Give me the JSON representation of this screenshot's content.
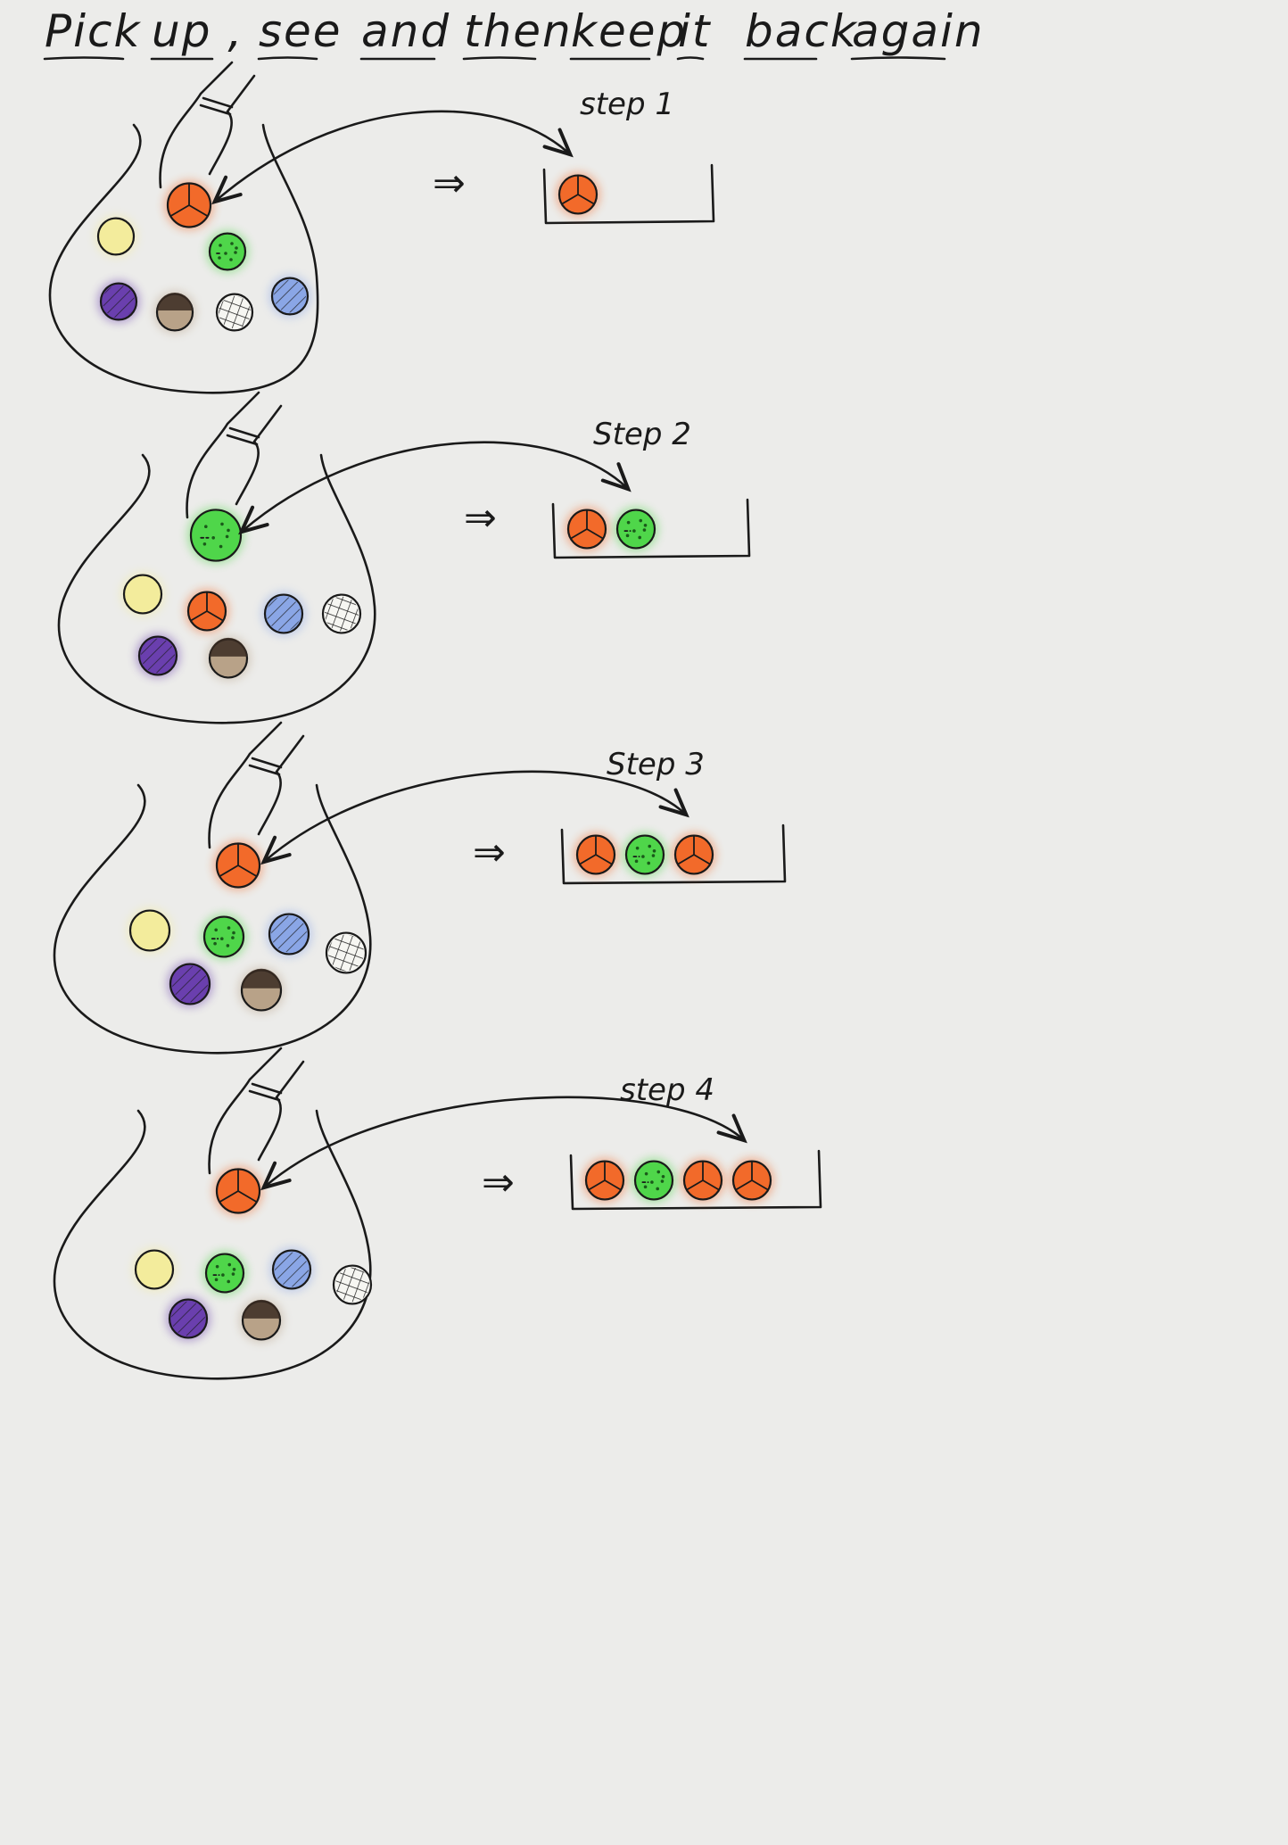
{
  "title": {
    "words": [
      "Pick",
      "up ,",
      "see",
      "and",
      "then",
      "keep",
      "it",
      "back",
      "again"
    ]
  },
  "colors": {
    "paper": "#ececea",
    "ink": "#1a1a1a",
    "orange": "#f26a2a",
    "green": "#4fd64a",
    "yellow": "#f3ec9c",
    "purple": "#6a3fae",
    "blue": "#8aa6e6",
    "brown": "#b8a288",
    "white": "#f6f6f2"
  },
  "steps": [
    {
      "label": "step 1",
      "arrow": "⇒",
      "picked": "orange",
      "bag": [
        "yellow",
        "green",
        "purple",
        "brown",
        "white",
        "blue"
      ],
      "tray": [
        "orange"
      ]
    },
    {
      "label": "Step 2",
      "arrow": "⇒",
      "picked": "green",
      "bag": [
        "yellow",
        "orange",
        "blue",
        "white",
        "purple",
        "brown"
      ],
      "tray": [
        "orange",
        "green"
      ]
    },
    {
      "label": "Step 3",
      "arrow": "⇒",
      "picked": "orange",
      "bag": [
        "yellow",
        "green",
        "blue",
        "white",
        "purple",
        "brown"
      ],
      "tray": [
        "orange",
        "green",
        "orange"
      ]
    },
    {
      "label": "step 4",
      "arrow": "⇒",
      "picked": "orange",
      "bag": [
        "yellow",
        "green",
        "blue",
        "white",
        "purple",
        "brown"
      ],
      "tray": [
        "orange",
        "green",
        "orange",
        "orange"
      ]
    }
  ]
}
